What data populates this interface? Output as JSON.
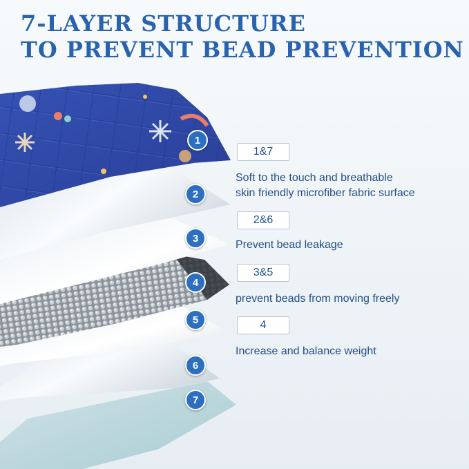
{
  "headline": {
    "line1": "7-LAYER STRUCTURE",
    "line2": "TO PREVENT BEAD PREVENTION"
  },
  "layers": [
    {
      "number": "1"
    },
    {
      "number": "2"
    },
    {
      "number": "3"
    },
    {
      "number": "4"
    },
    {
      "number": "5"
    },
    {
      "number": "6"
    },
    {
      "number": "7"
    }
  ],
  "callouts": [
    {
      "tag": "1&7",
      "lines": [
        "Soft to the touch and breathable",
        "skin friendly microfiber fabric surface"
      ]
    },
    {
      "tag": "2&6",
      "lines": [
        "Prevent bead leakage"
      ]
    },
    {
      "tag": "3&5",
      "lines": [
        "prevent beads from moving freely"
      ]
    },
    {
      "tag": "4",
      "lines": [
        "Increase and balance weight"
      ]
    }
  ],
  "colors": {
    "headline": "#2a63ad",
    "badge": "#2c6fc0",
    "quilt": "#2f49a6",
    "text": "#234f84"
  }
}
